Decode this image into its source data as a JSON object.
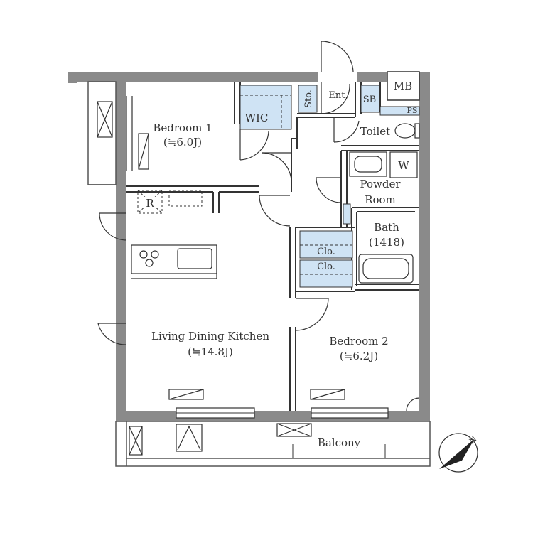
{
  "colors": {
    "wall": "#8a8a8a",
    "storage_fill": "#cfe3f4",
    "line": "#333333",
    "background": "#ffffff"
  },
  "rooms": {
    "bedroom1": {
      "name": "Bedroom 1",
      "size": "(≒6.0J)"
    },
    "ldk": {
      "name": "Living Dining Kitchen",
      "size": "(≒14.8J)"
    },
    "bedroom2": {
      "name": "Bedroom 2",
      "size": "(≒6.2J)"
    },
    "powder_room": {
      "line1": "Powder",
      "line2": "Room"
    },
    "bath": {
      "name": "Bath",
      "size": "(1418)"
    },
    "toilet": "Toilet",
    "balcony": "Balcony",
    "wic": "WIC",
    "entrance": "Ent.",
    "storage": "Sto.",
    "shoe_box": "SB",
    "meter_box": "MB",
    "pipe_space": "PS",
    "closet1": "Clo.",
    "closet2": "Clo.",
    "refrigerator": "R",
    "washer": "W"
  },
  "compass": {
    "north_label": "N",
    "icon": "compass-icon"
  }
}
